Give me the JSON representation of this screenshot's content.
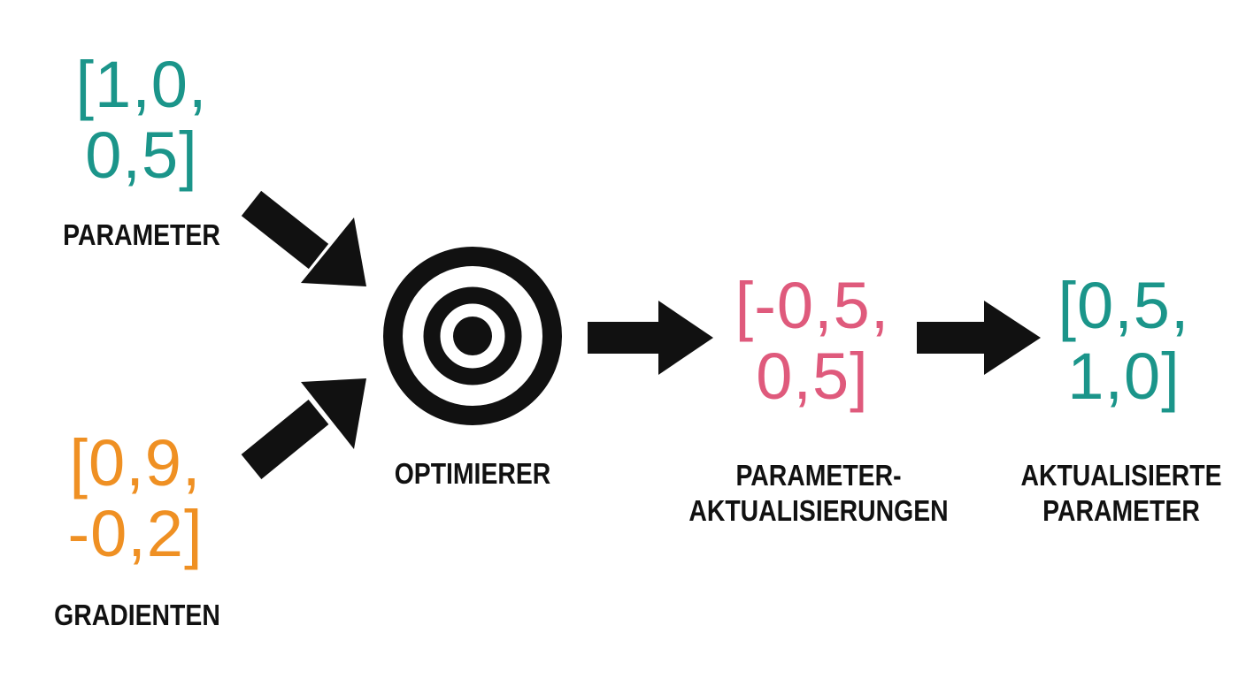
{
  "colors": {
    "teal": "#1b958a",
    "orange": "#ef9023",
    "pink": "#df5a7c",
    "black": "#111111"
  },
  "parameters": {
    "line1": "[1,0,",
    "line2": "0,5]",
    "label": "PARAMETER"
  },
  "gradients": {
    "line1": "[0,9,",
    "line2": "-0,2]",
    "label": "GRADIENTEN"
  },
  "optimizer": {
    "icon": "target-icon",
    "label": "OPTIMIERER"
  },
  "updates": {
    "line1": "[-0,5,",
    "line2": "0,5]",
    "label_line1": "PARAMETER-",
    "label_line2": "AKTUALISIERUNGEN"
  },
  "updated_parameters": {
    "line1": "[0,5,",
    "line2": "1,0]",
    "label_line1": "AKTUALISIERTE",
    "label_line2": "PARAMETER"
  }
}
